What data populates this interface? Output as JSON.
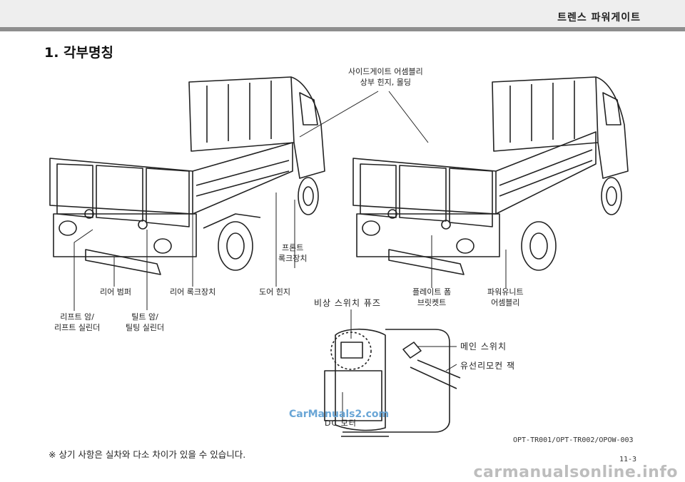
{
  "header": {
    "title": "트렌스 파워게이트"
  },
  "section": {
    "title": "1. 각부명칭"
  },
  "labels": {
    "side_gate": [
      "사이드게이트 어셈블리",
      "상부 힌지, 몰딩"
    ],
    "front_lock": [
      "프론트",
      "록크장치"
    ],
    "rear_bumper": "리어 범퍼",
    "rear_lock": "리어 록크장치",
    "door_hinge": "도어 힌지",
    "lift_arm": [
      "리프트 암/",
      "리프트 실린더"
    ],
    "tilt_arm": [
      "틸트 암/",
      "틸팅 실린더"
    ],
    "emergency_fuse": "비상 스위치 퓨즈",
    "plate_form": [
      "플레이트 폼",
      "브릿켓트"
    ],
    "power_unit": [
      "파워유니트",
      "어셈블리"
    ],
    "main_switch": "메인 스위치",
    "oil_hose": "유선리모컨 잭",
    "dc_motor": "DC 모터"
  },
  "footer": {
    "note": "※ 상기 사항은 실차와 다소 차이가 있을 수 있습니다.",
    "code": "OPT-TR001/OPT-TR002/OPOW-003",
    "page": "11-3"
  },
  "watermarks": {
    "site": "CarManuals2.com",
    "bottom": "carmanualsonline.info"
  }
}
